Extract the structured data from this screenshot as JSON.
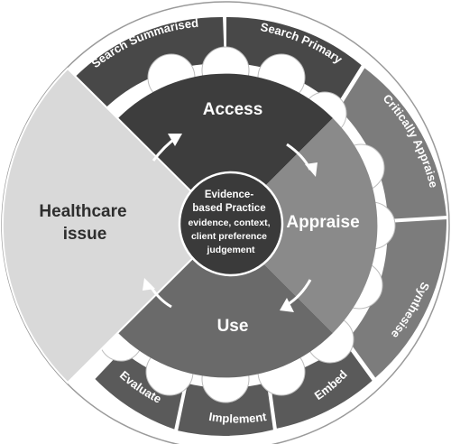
{
  "diagram": {
    "center": {
      "title_lines": [
        "Evidence-",
        "based Practice"
      ],
      "sub_lines": [
        "evidence, context,",
        "client preference",
        "judgement"
      ]
    },
    "issue": {
      "lines": [
        "Healthcare",
        "issue"
      ]
    },
    "quadrants": {
      "access": "Access",
      "appraise": "Appraise",
      "use": "Use"
    },
    "ring": {
      "search_summarised": "Search Summarised",
      "search_primary": "Search Primary",
      "critically_appraise": "Critically Appraise",
      "synthesise": "Synthesise",
      "embed": "Embed",
      "implement": "Implement",
      "evaluate": "Evaluate"
    },
    "colors": {
      "access": "#3d3d3d",
      "appraise": "#8a8a8a",
      "use": "#6a6a6a",
      "issue": "#d9d9d9",
      "center": "#3a3a3a",
      "ring_dark": "#484848",
      "ring_mid": "#7c7c7c"
    }
  }
}
